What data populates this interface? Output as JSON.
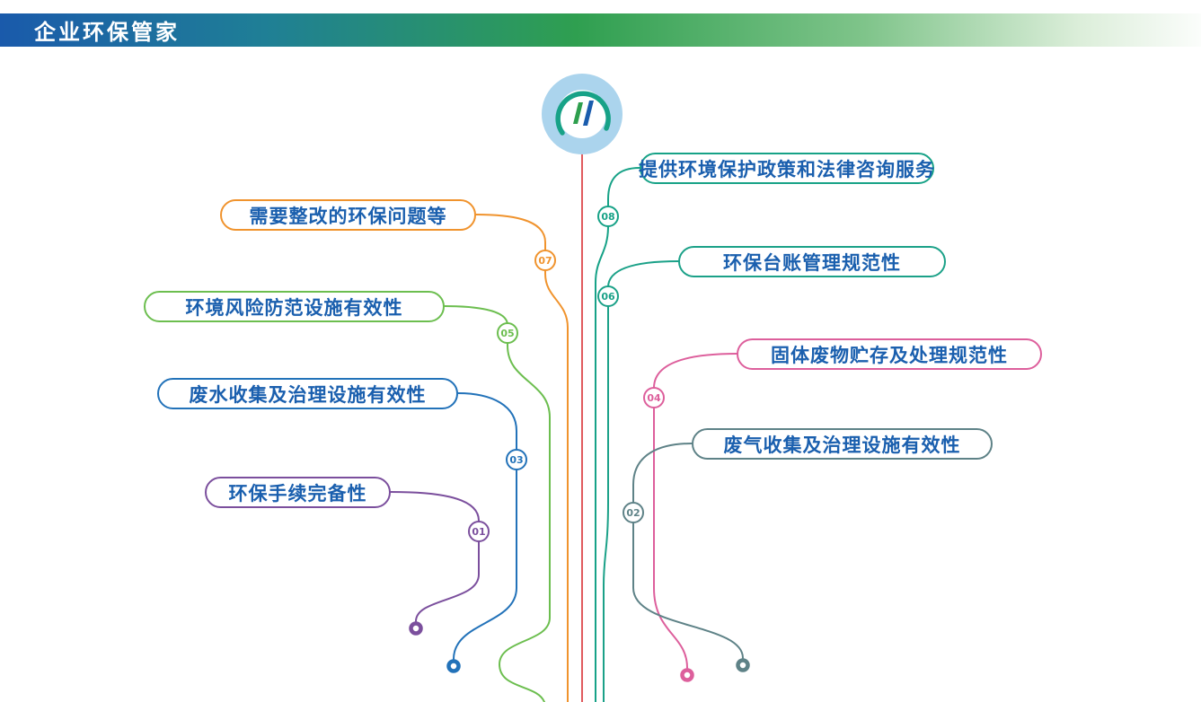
{
  "header": {
    "title": "企业环保管家",
    "gradient": [
      "#1A5AAB",
      "#2F9F50",
      "#FBFDFB"
    ]
  },
  "logo": {
    "outer_color": "#ABD4ED",
    "inner_color": "#FFFFFF",
    "swoosh_color": "#17A287",
    "bar_green": "#2E9F4E",
    "bar_blue": "#1A5CAD"
  },
  "colors": {
    "trunk": "#E05A5E",
    "label_text": "#1A5FAE"
  },
  "items": [
    {
      "id": "01",
      "label": "环保手续完备性",
      "color": "#7B4F9D",
      "side": "left"
    },
    {
      "id": "02",
      "label": "废气收集及治理设施有效性",
      "color": "#5E8287",
      "side": "right"
    },
    {
      "id": "03",
      "label": "废水收集及治理设施有效性",
      "color": "#2272B9",
      "side": "left"
    },
    {
      "id": "04",
      "label": "固体废物贮存及处理规范性",
      "color": "#DD5F9C",
      "side": "right"
    },
    {
      "id": "05",
      "label": "环境风险防范设施有效性",
      "color": "#6CBE4F",
      "side": "left"
    },
    {
      "id": "06",
      "label": "环保台账管理规范性",
      "color": "#1BA188",
      "side": "right"
    },
    {
      "id": "07",
      "label": "需要整改的环保问题等",
      "color": "#F0932D",
      "side": "left"
    },
    {
      "id": "08",
      "label": "提供环境保护政策和法律咨询服务",
      "color": "#17A287",
      "side": "right"
    }
  ]
}
